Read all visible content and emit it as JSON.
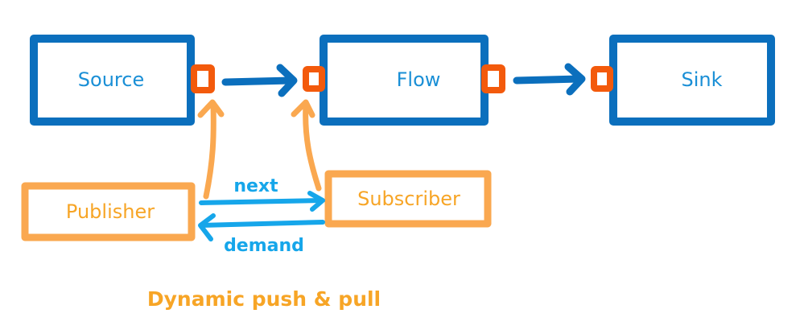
{
  "nodes": {
    "source": {
      "label": "Source"
    },
    "flow": {
      "label": "Flow"
    },
    "sink": {
      "label": "Sink"
    },
    "publisher": {
      "label": "Publisher"
    },
    "subscriber": {
      "label": "Subscriber"
    }
  },
  "edges": {
    "next": {
      "label": "next"
    },
    "demand": {
      "label": "demand"
    }
  },
  "caption": "Dynamic push & pull",
  "colors": {
    "stage_blue": "#0b6fbd",
    "port_orange": "#f35a0c",
    "reactive_orange": "#faa850",
    "signal_blue": "#16a6ea",
    "label_blue": "#1a8fd6",
    "caption_orange": "#f7a526"
  }
}
